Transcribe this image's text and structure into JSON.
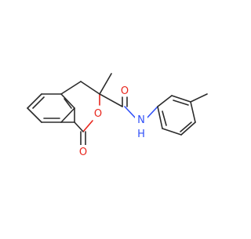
{
  "molecule": {
    "atom_labels": {
      "ring_oxygen": "O",
      "carbonyl_oxygen": "O",
      "amide_oxygen": "O",
      "amide_nitrogen": "N",
      "amide_hydrogen": "H"
    },
    "colors": {
      "bond": "#2b2b2b",
      "oxygen": "#e8251c",
      "nitrogen": "#3050f8",
      "background": "#ffffff"
    }
  }
}
